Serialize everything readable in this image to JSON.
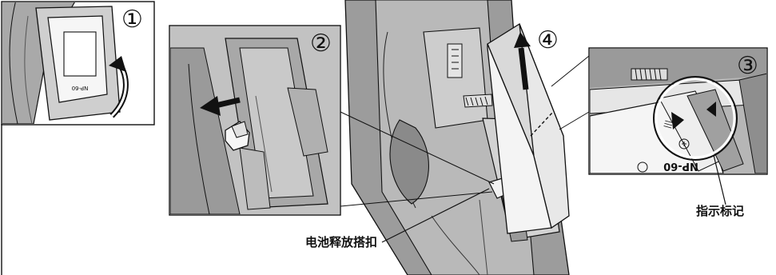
{
  "steps": [
    "①",
    "②",
    "③",
    "④"
  ],
  "labels": {
    "battery_latch": "电池释放搭扣",
    "indicator_mark": "指示标记"
  },
  "battery_model": "NP-60",
  "door_label": "NP-60",
  "colors": {
    "line": "#111111",
    "body_dark": "#8c8c8c",
    "body_mid": "#b4b4b4",
    "body_light": "#d6d6d6",
    "battery": "#f3f3f3"
  }
}
